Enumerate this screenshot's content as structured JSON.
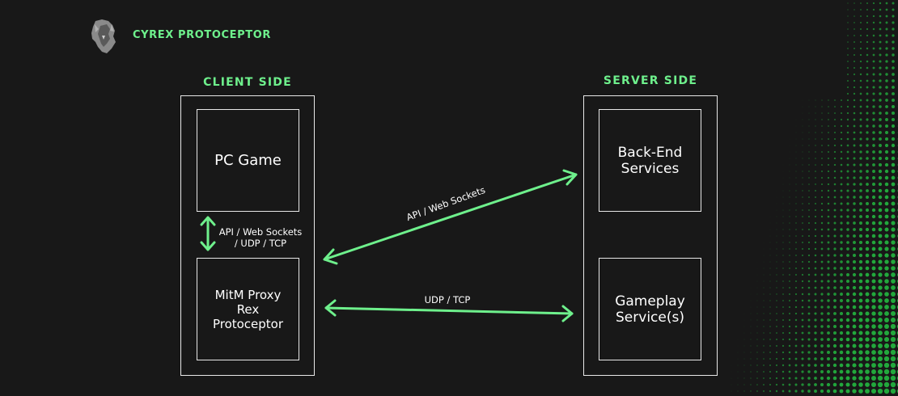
{
  "brand": {
    "name": "CYREX PROTOCEPTOR",
    "logo_icon": "lion-head-icon"
  },
  "client_side": {
    "title": "CLIENT SIDE",
    "top_box": "PC Game",
    "bottom_box": "MitM Proxy\nRex\nProtoceptor",
    "link_label": "API / Web Sockets\n/ UDP / TCP"
  },
  "server_side": {
    "title": "SERVER SIDE",
    "top_box": "Back-End\nServices",
    "bottom_box": "Gameplay\nService(s)"
  },
  "connections": {
    "api_label": "API / Web Sockets",
    "udp_label": "UDP / TCP"
  },
  "colors": {
    "background": "#181818",
    "accent": "#6ef08c",
    "box_border": "#e8e8e8",
    "dot_pattern": "#22a83c"
  }
}
